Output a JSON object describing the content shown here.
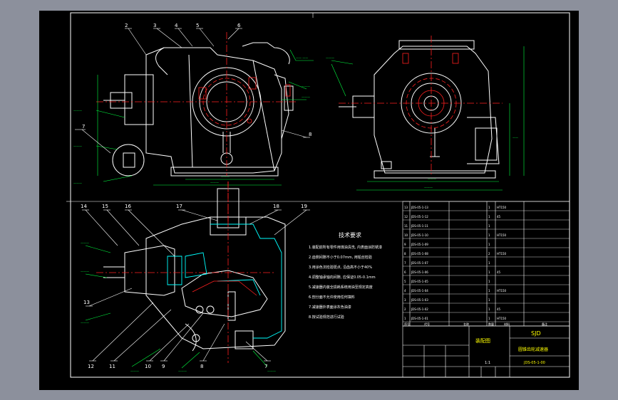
{
  "drawing": {
    "title_block": {
      "logo_text": "SJD",
      "part_name": "圆锥齿轮减速器",
      "drawing_no": "JDS-05-1-00",
      "assembly_label": "装配图",
      "scale": "1:1"
    },
    "technical_requirements": {
      "heading": "技术要求",
      "items": [
        "1.装配前所有零件用煤油清洗, 内表面涂防锈漆",
        "2.齿侧间隙不小于0.07mm, 用铅丝检验",
        "3.用涂色法检验斑点, 沿齿高不小于40%",
        "4.调整轴承轴向间隙, 应保证0.05-0.1mm",
        "5.减速器内装全损耗系统用油至规定高度",
        "6.剖分面不允许使用任何填料",
        "7.减速器外表面涂灰色油漆",
        "8.按试验规范进行试验"
      ]
    },
    "callouts_top": [
      "2",
      "3",
      "4",
      "5",
      "6",
      "7",
      "8"
    ],
    "callouts_bottom": [
      "14",
      "15",
      "16",
      "17",
      "18",
      "19",
      "13",
      "12",
      "11",
      "10",
      "9",
      "8",
      "7"
    ],
    "bom_rows": [
      [
        "13",
        "JDS-05-1-13",
        "",
        "1",
        "HT150",
        ""
      ],
      [
        "12",
        "JDS-05-1-12",
        "",
        "1",
        "45",
        ""
      ],
      [
        "11",
        "JDS-05-1-11",
        "",
        "1",
        "",
        ""
      ],
      [
        "10",
        "JDS-05-1-10",
        "",
        "1",
        "HT150",
        ""
      ],
      [
        "9",
        "JDS-05-1-09",
        "",
        "1",
        "",
        ""
      ],
      [
        "8",
        "JDS-05-1-08",
        "",
        "2",
        "HT150",
        ""
      ],
      [
        "7",
        "JDS-05-1-07",
        "",
        "1",
        "",
        ""
      ],
      [
        "6",
        "JDS-05-1-06",
        "",
        "1",
        "45",
        ""
      ],
      [
        "5",
        "JDS-05-1-05",
        "",
        "1",
        "",
        ""
      ],
      [
        "4",
        "JDS-05-1-04",
        "",
        "1",
        "HT150",
        ""
      ],
      [
        "3",
        "JDS-05-1-03",
        "",
        "1",
        "",
        ""
      ],
      [
        "2",
        "JDS-05-1-02",
        "",
        "1",
        "45",
        ""
      ],
      [
        "1",
        "JDS-05-1-01",
        "",
        "1",
        "HT150",
        ""
      ]
    ],
    "bom_header": [
      "序号",
      "代号",
      "名称",
      "数量",
      "材料",
      "备注"
    ]
  },
  "colors": {
    "background": "#000000",
    "frame": "#ffffff",
    "geometry": "#ffffff",
    "centerline": "#ff2020",
    "dimension": "#00ff40",
    "leader": "#ffffff",
    "highlight": "#00ffff"
  }
}
